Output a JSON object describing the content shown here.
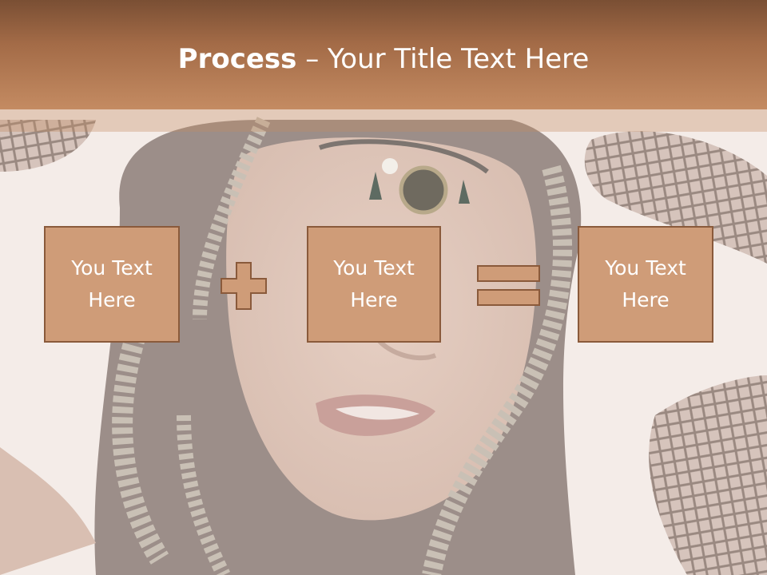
{
  "slide": {
    "title_bold": "Process",
    "title_separator": "–",
    "title_rest": "Your Title Text Here",
    "boxes": [
      {
        "label": "You Text Here"
      },
      {
        "label": "You Text Here"
      },
      {
        "label": "You Text Here"
      }
    ],
    "operators": [
      "plus-icon",
      "equals-icon"
    ]
  },
  "colors": {
    "header_top": "#7a4f34",
    "header_bottom": "#c48b62",
    "box_fill": "#cf9c78",
    "box_border": "#8a5a3b",
    "text": "#ffffff"
  }
}
